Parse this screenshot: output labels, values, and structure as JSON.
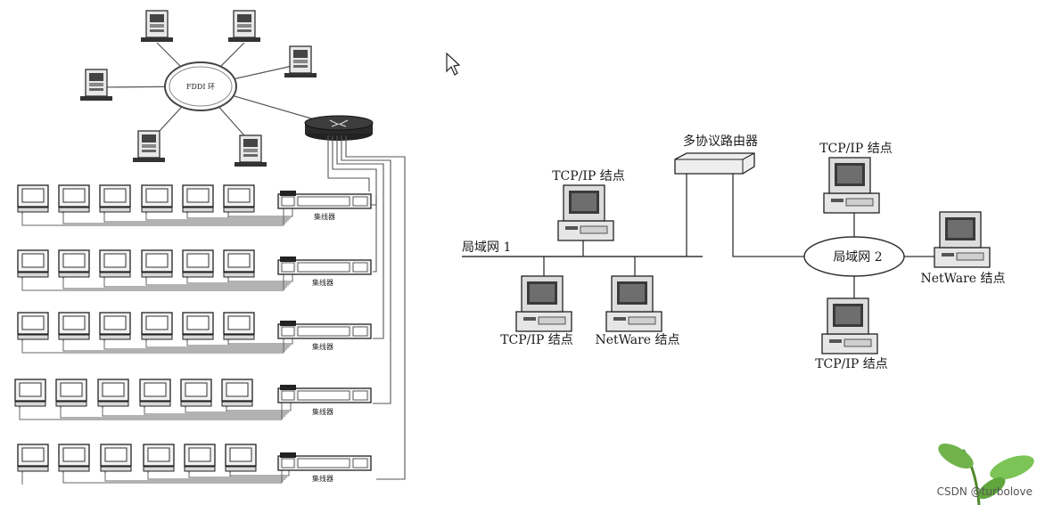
{
  "left": {
    "ring_label": "FDDI 环",
    "hubs": [
      {
        "label": "集线器"
      },
      {
        "label": "集线器"
      },
      {
        "label": "集线器"
      },
      {
        "label": "集线器"
      },
      {
        "label": "集线器"
      }
    ]
  },
  "right": {
    "router_label": "多协议路由器",
    "lan1_label": "局域网 1",
    "lan2_label": "局域网 2",
    "nodes": {
      "lan1_top": "TCP/IP 结点",
      "lan1_bottom_left": "TCP/IP 结点",
      "lan1_bottom_right": "NetWare 结点",
      "lan2_top": "TCP/IP 结点",
      "lan2_right": "NetWare 结点",
      "lan2_bottom": "TCP/IP 结点"
    }
  },
  "watermark": "CSDN @turbolove",
  "icons": [
    "server-icon",
    "router-icon",
    "hub-icon",
    "monitor-icon",
    "desktop-computer-icon",
    "cursor-icon",
    "plant-icon"
  ]
}
